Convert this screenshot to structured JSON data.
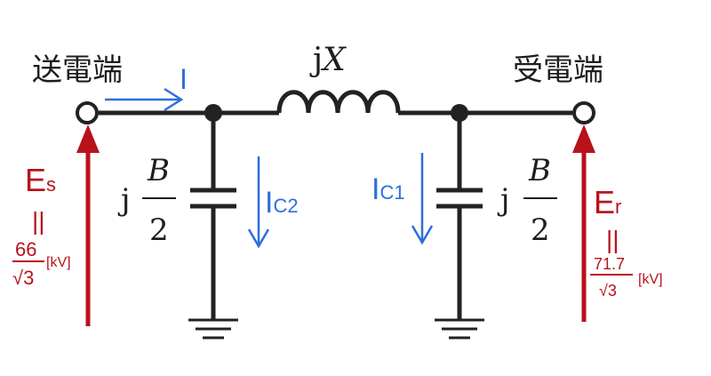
{
  "labels": {
    "sending_end": "送電端",
    "receiving_end": "受電端",
    "reactance_j": "j",
    "reactance_x": "X",
    "current_i": "I",
    "current_ic2_main": "I",
    "current_ic2_sub": "C2",
    "current_ic1_main": "I",
    "current_ic1_sub": "C1"
  },
  "capacitor_left": {
    "j": "j",
    "numerator": "B",
    "denominator": "2"
  },
  "capacitor_right": {
    "j": "j",
    "numerator": "B",
    "denominator": "2"
  },
  "sending_voltage": {
    "symbol_main": "E",
    "symbol_sub": "s",
    "equals": "||",
    "numerator": "66",
    "denominator": "√3",
    "unit": "[kV]"
  },
  "receiving_voltage": {
    "symbol_main": "E",
    "symbol_sub": "r",
    "equals": "||",
    "numerator": "71.7",
    "denominator": "√3",
    "unit": "[kV]"
  },
  "colors": {
    "line": "#222222",
    "current_arrows": "#2d6fdc",
    "voltage_arrows": "#b8121b"
  }
}
